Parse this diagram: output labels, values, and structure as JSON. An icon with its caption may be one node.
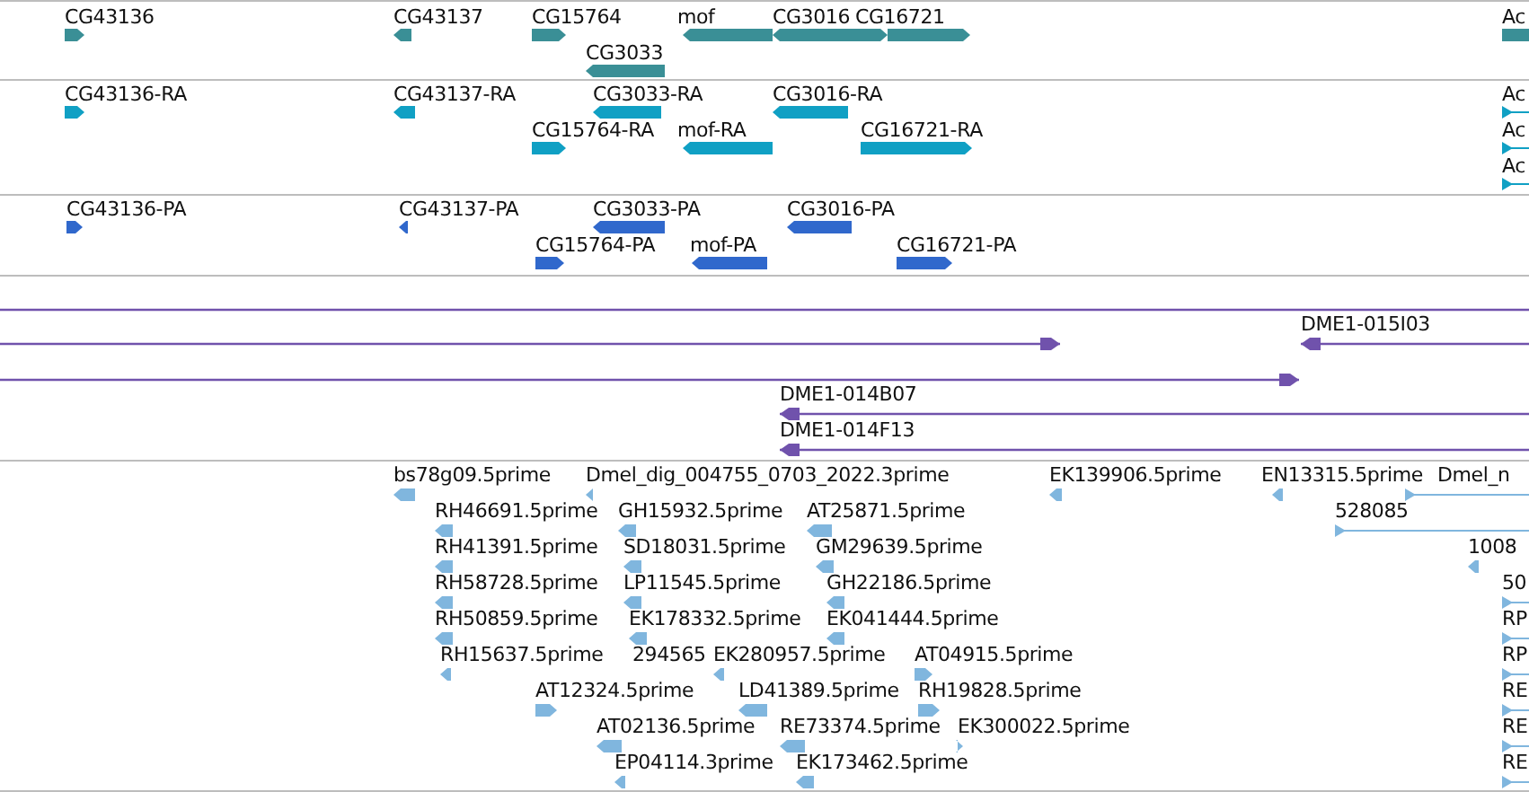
{
  "diagram": {
    "labels": [
      "CG43136",
      "CG43137",
      "CG15764",
      "mof",
      "CG3016",
      "CG16721",
      "Ac",
      "CG3033",
      "CG43136-RA",
      "CG43137-RA",
      "CG3033-RA",
      "CG3016-RA",
      "Ac",
      "CG15764-RA",
      "mof-RA",
      "CG16721-RA",
      "Ac",
      "Ac",
      "CG43136-PA",
      "CG43137-PA",
      "CG3033-PA",
      "CG3016-PA",
      "CG15764-PA",
      "mof-PA",
      "CG16721-PA",
      "DME1-015I03",
      "DME1-014B07",
      "DME1-014F13",
      "bs78g09.5prime",
      "Dmel_dig_004755_0703_2022.3prime",
      "EK139906.5prime",
      "EN13315.5prime",
      "Dmel_n",
      "RH46691.5prime",
      "GH15932.5prime",
      "AT25871.5prime",
      "528085",
      "RH41391.5prime",
      "SD18031.5prime",
      "GM29639.5prime",
      "1008",
      "RH58728.5prime",
      "LP11545.5prime",
      "GH22186.5prime",
      "50",
      "RH50859.5prime",
      "EK178332.5prime",
      "EK041444.5prime",
      "RP",
      "RH15637.5prime",
      "294565",
      "EK280957.5prime",
      "AT04915.5prime",
      "RP",
      "AT12324.5prime",
      "LD41389.5prime",
      "RH19828.5prime",
      "RE",
      "AT02136.5prime",
      "RE73374.5prime",
      "EK300022.5prime",
      "RE",
      "EP04114.3prime",
      "EK173462.5prime",
      "RE"
    ]
  }
}
